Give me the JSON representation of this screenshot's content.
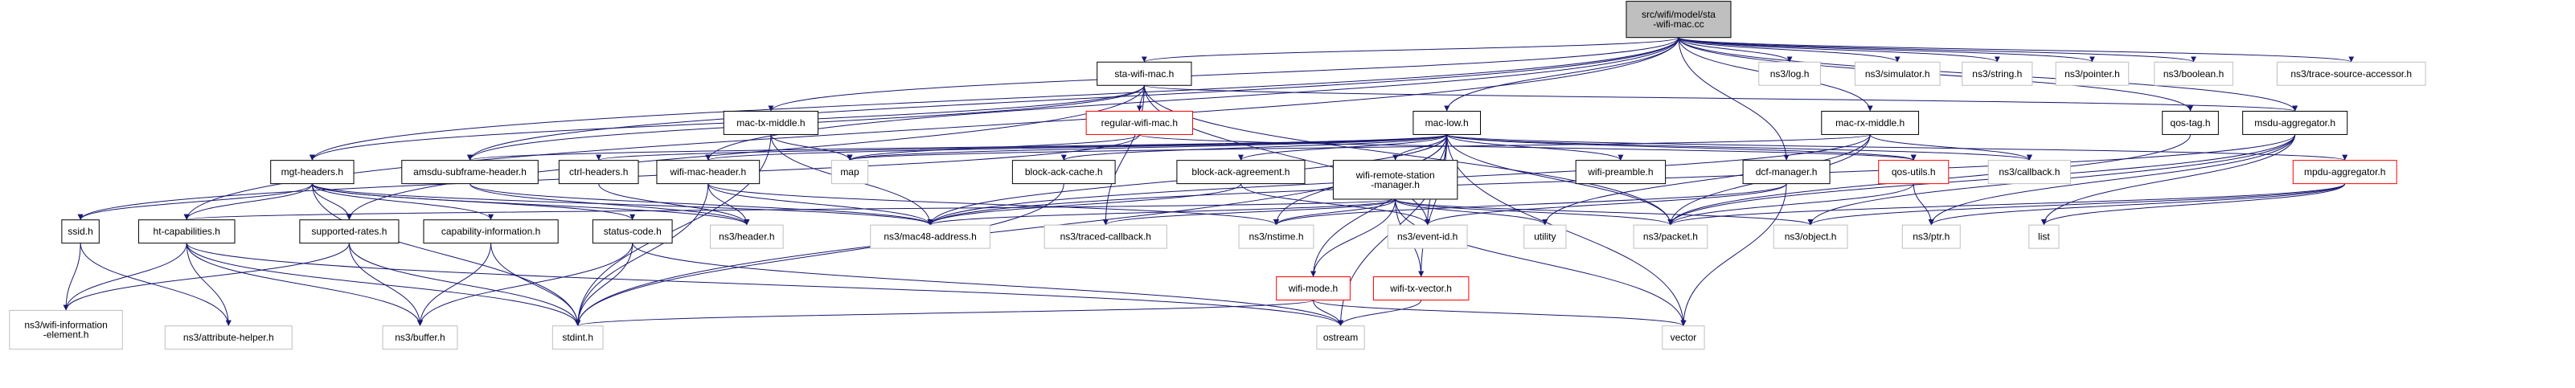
{
  "colors": {
    "edge": "#191970",
    "root_fill": "#bfbfbf",
    "normal_border": "#000000",
    "missing_border": "#bfbfbf",
    "red_border": "#ff0000",
    "node_fill": "#ffffff"
  },
  "nodes": [
    {
      "id": "root",
      "lines": [
        "src/wifi/model/sta",
        "-wifi-mac.cc"
      ],
      "style": "root"
    },
    {
      "id": "sta_wifi_mac_h",
      "lines": [
        "sta-wifi-mac.h"
      ],
      "style": "normal"
    },
    {
      "id": "mac_low_h",
      "lines": [
        "mac-low.h"
      ],
      "style": "normal"
    },
    {
      "id": "mac_rx_middle_h",
      "lines": [
        "mac-rx-middle.h"
      ],
      "style": "normal"
    },
    {
      "id": "ns3_log_h",
      "lines": [
        "ns3/log.h"
      ],
      "style": "missing"
    },
    {
      "id": "ns3_simulator_h",
      "lines": [
        "ns3/simulator.h"
      ],
      "style": "missing"
    },
    {
      "id": "ns3_string_h",
      "lines": [
        "ns3/string.h"
      ],
      "style": "missing"
    },
    {
      "id": "ns3_pointer_h",
      "lines": [
        "ns3/pointer.h"
      ],
      "style": "missing"
    },
    {
      "id": "ns3_boolean_h",
      "lines": [
        "ns3/boolean.h"
      ],
      "style": "missing"
    },
    {
      "id": "ns3_trace_source_accessor_h",
      "lines": [
        "ns3/trace-source-accessor.h"
      ],
      "style": "missing"
    },
    {
      "id": "mac_tx_middle_h",
      "lines": [
        "mac-tx-middle.h"
      ],
      "style": "normal"
    },
    {
      "id": "regular_wifi_mac_h",
      "lines": [
        "regular-wifi-mac.h"
      ],
      "style": "red"
    },
    {
      "id": "qos_tag_h",
      "lines": [
        "qos-tag.h"
      ],
      "style": "normal"
    },
    {
      "id": "msdu_aggregator_h",
      "lines": [
        "msdu-aggregator.h"
      ],
      "style": "normal"
    },
    {
      "id": "mgt_headers_h",
      "lines": [
        "mgt-headers.h"
      ],
      "style": "normal"
    },
    {
      "id": "amsdu_subframe_header_h",
      "lines": [
        "amsdu-subframe-header.h"
      ],
      "style": "normal"
    },
    {
      "id": "ctrl_headers_h",
      "lines": [
        "ctrl-headers.h"
      ],
      "style": "normal"
    },
    {
      "id": "wifi_mac_header_h",
      "lines": [
        "wifi-mac-header.h"
      ],
      "style": "normal"
    },
    {
      "id": "map",
      "lines": [
        "map"
      ],
      "style": "missing"
    },
    {
      "id": "block_ack_cache_h",
      "lines": [
        "block-ack-cache.h"
      ],
      "style": "normal"
    },
    {
      "id": "block_ack_agreement_h",
      "lines": [
        "block-ack-agreement.h"
      ],
      "style": "normal"
    },
    {
      "id": "wifi_remote_station_manager_h",
      "lines": [
        "wifi-remote-station",
        "-manager.h"
      ],
      "style": "normal"
    },
    {
      "id": "wifi_preamble_h",
      "lines": [
        "wifi-preamble.h"
      ],
      "style": "normal"
    },
    {
      "id": "dcf_manager_h",
      "lines": [
        "dcf-manager.h"
      ],
      "style": "normal"
    },
    {
      "id": "qos_utils_h",
      "lines": [
        "qos-utils.h"
      ],
      "style": "red"
    },
    {
      "id": "ns3_callback_h",
      "lines": [
        "ns3/callback.h"
      ],
      "style": "missing"
    },
    {
      "id": "mpdu_aggregator_h",
      "lines": [
        "mpdu-aggregator.h"
      ],
      "style": "red"
    },
    {
      "id": "ssid_h",
      "lines": [
        "ssid.h"
      ],
      "style": "normal"
    },
    {
      "id": "ht_capabilities_h",
      "lines": [
        "ht-capabilities.h"
      ],
      "style": "normal"
    },
    {
      "id": "supported_rates_h",
      "lines": [
        "supported-rates.h"
      ],
      "style": "normal"
    },
    {
      "id": "capability_information_h",
      "lines": [
        "capability-information.h"
      ],
      "style": "normal"
    },
    {
      "id": "status_code_h",
      "lines": [
        "status-code.h"
      ],
      "style": "normal"
    },
    {
      "id": "ns3_header_h",
      "lines": [
        "ns3/header.h"
      ],
      "style": "missing"
    },
    {
      "id": "ns3_mac48_address_h",
      "lines": [
        "ns3/mac48-address.h"
      ],
      "style": "missing"
    },
    {
      "id": "ns3_traced_callback_h",
      "lines": [
        "ns3/traced-callback.h"
      ],
      "style": "missing"
    },
    {
      "id": "ns3_nstime_h",
      "lines": [
        "ns3/nstime.h"
      ],
      "style": "missing"
    },
    {
      "id": "ns3_event_id_h",
      "lines": [
        "ns3/event-id.h"
      ],
      "style": "missing"
    },
    {
      "id": "utility",
      "lines": [
        "utility"
      ],
      "style": "missing"
    },
    {
      "id": "ns3_packet_h",
      "lines": [
        "ns3/packet.h"
      ],
      "style": "missing"
    },
    {
      "id": "ns3_object_h",
      "lines": [
        "ns3/object.h"
      ],
      "style": "missing"
    },
    {
      "id": "ns3_ptr_h",
      "lines": [
        "ns3/ptr.h"
      ],
      "style": "missing"
    },
    {
      "id": "list",
      "lines": [
        "list"
      ],
      "style": "missing"
    },
    {
      "id": "wifi_mode_h",
      "lines": [
        "wifi-mode.h"
      ],
      "style": "red"
    },
    {
      "id": "wifi_tx_vector_h",
      "lines": [
        "wifi-tx-vector.h"
      ],
      "style": "red"
    },
    {
      "id": "ns3_wifi_information_element_h",
      "lines": [
        "ns3/wifi-information",
        "-element.h"
      ],
      "style": "missing"
    },
    {
      "id": "ns3_attribute_helper_h",
      "lines": [
        "ns3/attribute-helper.h"
      ],
      "style": "missing"
    },
    {
      "id": "ns3_buffer_h",
      "lines": [
        "ns3/buffer.h"
      ],
      "style": "missing"
    },
    {
      "id": "stdint_h",
      "lines": [
        "stdint.h"
      ],
      "style": "missing"
    },
    {
      "id": "ostream",
      "lines": [
        "ostream"
      ],
      "style": "missing"
    },
    {
      "id": "vector",
      "lines": [
        "vector"
      ],
      "style": "missing"
    }
  ],
  "edges": [
    [
      "root",
      "sta_wifi_mac_h"
    ],
    [
      "root",
      "mac_low_h"
    ],
    [
      "root",
      "mac_rx_middle_h"
    ],
    [
      "root",
      "ns3_log_h"
    ],
    [
      "root",
      "ns3_simulator_h"
    ],
    [
      "root",
      "ns3_string_h"
    ],
    [
      "root",
      "ns3_pointer_h"
    ],
    [
      "root",
      "ns3_boolean_h"
    ],
    [
      "root",
      "ns3_trace_source_accessor_h"
    ],
    [
      "root",
      "mac_tx_middle_h"
    ],
    [
      "root",
      "mgt_headers_h"
    ],
    [
      "root",
      "amsdu_subframe_header_h"
    ],
    [
      "root",
      "wifi_mac_header_h"
    ],
    [
      "root",
      "dcf_manager_h"
    ],
    [
      "root",
      "qos_tag_h"
    ],
    [
      "root",
      "msdu_aggregator_h"
    ],
    [
      "root",
      "ht_capabilities_h"
    ],
    [
      "sta_wifi_mac_h",
      "regular_wifi_mac_h"
    ],
    [
      "sta_wifi_mac_h",
      "mgt_headers_h"
    ],
    [
      "sta_wifi_mac_h",
      "supported_rates_h"
    ],
    [
      "sta_wifi_mac_h",
      "amsdu_subframe_header_h"
    ],
    [
      "sta_wifi_mac_h",
      "ns3_event_id_h"
    ],
    [
      "sta_wifi_mac_h",
      "ns3_packet_h"
    ],
    [
      "sta_wifi_mac_h",
      "ns3_traced_callback_h"
    ],
    [
      "sta_wifi_mac_h",
      "msdu_aggregator_h"
    ],
    [
      "mac_tx_middle_h",
      "map"
    ],
    [
      "mac_tx_middle_h",
      "ns3_mac48_address_h"
    ],
    [
      "mac_tx_middle_h",
      "stdint_h"
    ],
    [
      "regular_wifi_mac_h",
      "map"
    ],
    [
      "regular_wifi_mac_h",
      "ssid_h"
    ],
    [
      "regular_wifi_mac_h",
      "qos_utils_h"
    ],
    [
      "mac_low_h",
      "wifi_mac_header_h"
    ],
    [
      "mac_low_h",
      "amsdu_subframe_header_h"
    ],
    [
      "mac_low_h",
      "ctrl_headers_h"
    ],
    [
      "mac_low_h",
      "map"
    ],
    [
      "mac_low_h",
      "block_ack_cache_h"
    ],
    [
      "mac_low_h",
      "block_ack_agreement_h"
    ],
    [
      "mac_low_h",
      "wifi_remote_station_manager_h"
    ],
    [
      "mac_low_h",
      "wifi_preamble_h"
    ],
    [
      "mac_low_h",
      "qos_utils_h"
    ],
    [
      "mac_low_h",
      "ns3_callback_h"
    ],
    [
      "mac_low_h",
      "mpdu_aggregator_h"
    ],
    [
      "mac_low_h",
      "ns3_mac48_address_h"
    ],
    [
      "mac_low_h",
      "ns3_nstime_h"
    ],
    [
      "mac_low_h",
      "ns3_event_id_h"
    ],
    [
      "mac_low_h",
      "ns3_packet_h"
    ],
    [
      "mac_low_h",
      "wifi_mode_h"
    ],
    [
      "mac_low_h",
      "wifi_tx_vector_h"
    ],
    [
      "mac_low_h",
      "stdint_h"
    ],
    [
      "mac_low_h",
      "ostream"
    ],
    [
      "mac_low_h",
      "vector"
    ],
    [
      "mac_rx_middle_h",
      "map"
    ],
    [
      "mac_rx_middle_h",
      "ns3_callback_h"
    ],
    [
      "mac_rx_middle_h",
      "ns3_packet_h"
    ],
    [
      "mac_rx_middle_h",
      "utility"
    ],
    [
      "mac_rx_middle_h",
      "ns3_mac48_address_h"
    ],
    [
      "qos_tag_h",
      "ns3_packet_h"
    ],
    [
      "msdu_aggregator_h",
      "ns3_packet_h"
    ],
    [
      "msdu_aggregator_h",
      "ns3_object_h"
    ],
    [
      "msdu_aggregator_h",
      "list"
    ],
    [
      "msdu_aggregator_h",
      "ns3_ptr_h"
    ],
    [
      "msdu_aggregator_h",
      "ns3_mac48_address_h"
    ],
    [
      "mgt_headers_h",
      "ssid_h"
    ],
    [
      "mgt_headers_h",
      "ht_capabilities_h"
    ],
    [
      "mgt_headers_h",
      "supported_rates_h"
    ],
    [
      "mgt_headers_h",
      "capability_information_h"
    ],
    [
      "mgt_headers_h",
      "status_code_h"
    ],
    [
      "mgt_headers_h",
      "ns3_header_h"
    ],
    [
      "mgt_headers_h",
      "ns3_mac48_address_h"
    ],
    [
      "mgt_headers_h",
      "stdint_h"
    ],
    [
      "amsdu_subframe_header_h",
      "ns3_header_h"
    ],
    [
      "amsdu_subframe_header_h",
      "ns3_mac48_address_h"
    ],
    [
      "ctrl_headers_h",
      "ns3_header_h"
    ],
    [
      "wifi_mac_header_h",
      "ns3_header_h"
    ],
    [
      "wifi_mac_header_h",
      "ns3_mac48_address_h"
    ],
    [
      "wifi_mac_header_h",
      "ns3_nstime_h"
    ],
    [
      "wifi_mac_header_h",
      "stdint_h"
    ],
    [
      "block_ack_cache_h",
      "stdint_h"
    ],
    [
      "block_ack_agreement_h",
      "ns3_mac48_address_h"
    ],
    [
      "block_ack_agreement_h",
      "ns3_event_id_h"
    ],
    [
      "wifi_remote_station_manager_h",
      "ht_capabilities_h"
    ],
    [
      "wifi_remote_station_manager_h",
      "ns3_mac48_address_h"
    ],
    [
      "wifi_remote_station_manager_h",
      "ns3_traced_callback_h"
    ],
    [
      "wifi_remote_station_manager_h",
      "ns3_nstime_h"
    ],
    [
      "wifi_remote_station_manager_h",
      "wifi_mode_h"
    ],
    [
      "wifi_remote_station_manager_h",
      "wifi_tx_vector_h"
    ],
    [
      "wifi_remote_station_manager_h",
      "ns3_packet_h"
    ],
    [
      "wifi_remote_station_manager_h",
      "ns3_object_h"
    ],
    [
      "wifi_remote_station_manager_h",
      "utility"
    ],
    [
      "wifi_remote_station_manager_h",
      "vector"
    ],
    [
      "dcf_manager_h",
      "ns3_nstime_h"
    ],
    [
      "dcf_manager_h",
      "ns3_event_id_h"
    ],
    [
      "dcf_manager_h",
      "vector"
    ],
    [
      "qos_utils_h",
      "ns3_packet_h"
    ],
    [
      "qos_utils_h",
      "ns3_ptr_h"
    ],
    [
      "mpdu_aggregator_h",
      "ns3_packet_h"
    ],
    [
      "mpdu_aggregator_h",
      "ns3_object_h"
    ],
    [
      "mpdu_aggregator_h",
      "ns3_ptr_h"
    ],
    [
      "mpdu_aggregator_h",
      "list"
    ],
    [
      "ssid_h",
      "ns3_wifi_information_element_h"
    ],
    [
      "ssid_h",
      "ns3_attribute_helper_h"
    ],
    [
      "ht_capabilities_h",
      "ns3_wifi_information_element_h"
    ],
    [
      "ht_capabilities_h",
      "ns3_attribute_helper_h"
    ],
    [
      "ht_capabilities_h",
      "ns3_buffer_h"
    ],
    [
      "ht_capabilities_h",
      "stdint_h"
    ],
    [
      "ht_capabilities_h",
      "ostream"
    ],
    [
      "supported_rates_h",
      "ns3_wifi_information_element_h"
    ],
    [
      "supported_rates_h",
      "ns3_buffer_h"
    ],
    [
      "supported_rates_h",
      "stdint_h"
    ],
    [
      "capability_information_h",
      "ns3_buffer_h"
    ],
    [
      "capability_information_h",
      "stdint_h"
    ],
    [
      "status_code_h",
      "ns3_buffer_h"
    ],
    [
      "status_code_h",
      "stdint_h"
    ],
    [
      "status_code_h",
      "ostream"
    ],
    [
      "wifi_mode_h",
      "stdint_h"
    ],
    [
      "wifi_mode_h",
      "ostream"
    ],
    [
      "wifi_mode_h",
      "vector"
    ],
    [
      "wifi_tx_vector_h",
      "ostream"
    ]
  ]
}
